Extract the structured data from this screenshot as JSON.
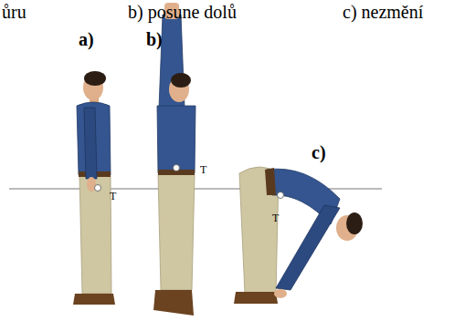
{
  "diagram": {
    "labels": [
      "ůru",
      "b) posune dolů",
      "c) nezmění",
      "a)",
      "b)",
      "c)",
      "T",
      "T",
      "T"
    ]
  }
}
